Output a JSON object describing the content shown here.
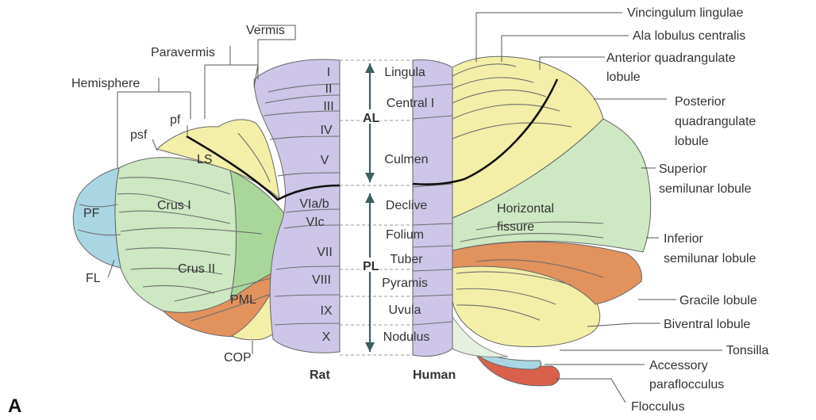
{
  "panel_letter": "A",
  "colors": {
    "vermis": "#cdc6e8",
    "yellow": "#f3efa8",
    "green": "#cde8c2",
    "dark_green": "#a9d79a",
    "blue": "#a9d6e2",
    "orange": "#e2925d",
    "red": "#d9614b",
    "fissure": "#111111",
    "arrow": "#3c5f63"
  },
  "rat": {
    "caption": "Rat",
    "lobules": [
      "I",
      "II",
      "III",
      "IV",
      "V",
      "VIa/b",
      "VIc",
      "VII",
      "VIII",
      "IX",
      "X"
    ],
    "regions": {
      "vermis": "Vermis",
      "paravermis": "Paravermis",
      "hemisphere": "Hemisphere",
      "pf": "pf",
      "psf": "psf",
      "LS": "LS",
      "PF": "PF",
      "crus1": "Crus I",
      "crus2": "Crus II",
      "FL": "FL",
      "PML": "PML",
      "COP": "COP"
    }
  },
  "human": {
    "caption": "Human",
    "vermis_lobules": [
      "Lingula",
      "Central I",
      "Culmen",
      "Declive",
      "Folium",
      "Tuber",
      "Pyramis",
      "Uvula",
      "Nodulus"
    ],
    "horizontal_fissure": [
      "Horizontal",
      "fissure"
    ],
    "right_labels": {
      "vincingulum": "Vincingulum lingulae",
      "ala": "Ala lobulus centralis",
      "antq1": "Anterior quadrangulate",
      "antq2": "lobule",
      "postq1": "Posterior",
      "postq2": "quadrangulate",
      "postq3": "lobule",
      "sup1": "Superior",
      "sup2": "semilunar lobule",
      "inf1": "Inferior",
      "inf2": "semilunar lobule",
      "gracile": "Gracile lobule",
      "biventral": "Biventral lobule",
      "tonsilla": "Tonsilla",
      "acc1": "Accessory",
      "acc2": "paraflocculus",
      "flocculus": "Flocculus"
    }
  },
  "lobes": {
    "AL": "AL",
    "PL": "PL"
  }
}
